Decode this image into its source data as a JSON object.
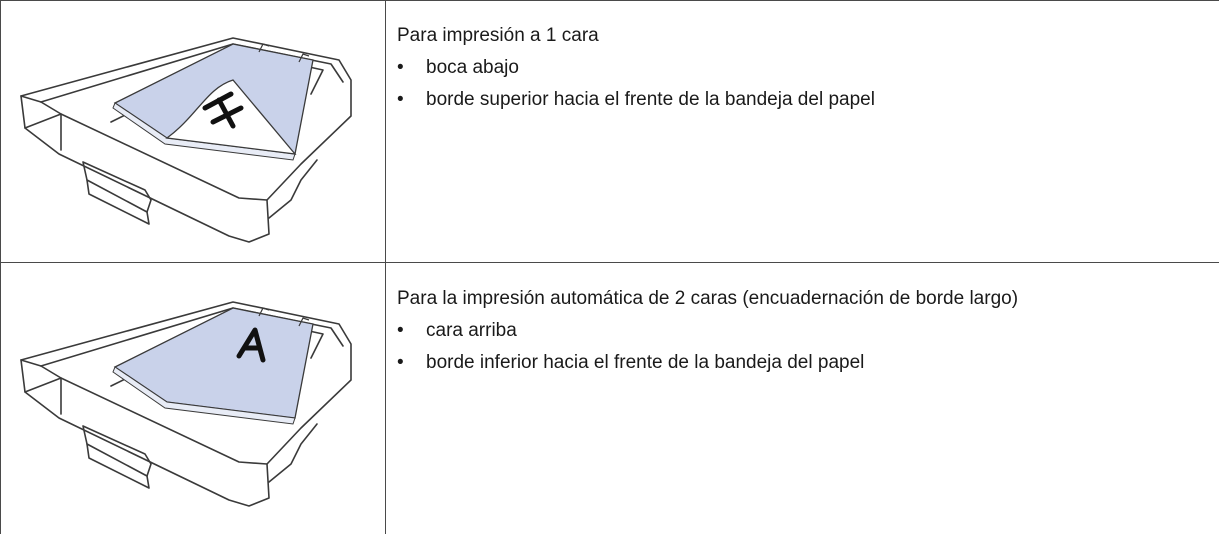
{
  "rows": [
    {
      "title": "Para impresión a 1 cara",
      "illustration": "paper-tray-face-down-icon",
      "bullets": [
        "boca abajo",
        "borde superior hacia el frente de la bandeja del papel"
      ]
    },
    {
      "title": "Para la impresión automática de 2 caras (encuadernación de borde largo)",
      "illustration": "paper-tray-face-up-icon",
      "bullets": [
        "cara arriba",
        "borde inferior hacia el frente de la bandeja del papel"
      ]
    }
  ],
  "bullet_glyph": "•",
  "colors": {
    "paper": "#c9d2ea",
    "tray_stroke": "#3a3a3a",
    "grid": "#4a4a4a"
  }
}
